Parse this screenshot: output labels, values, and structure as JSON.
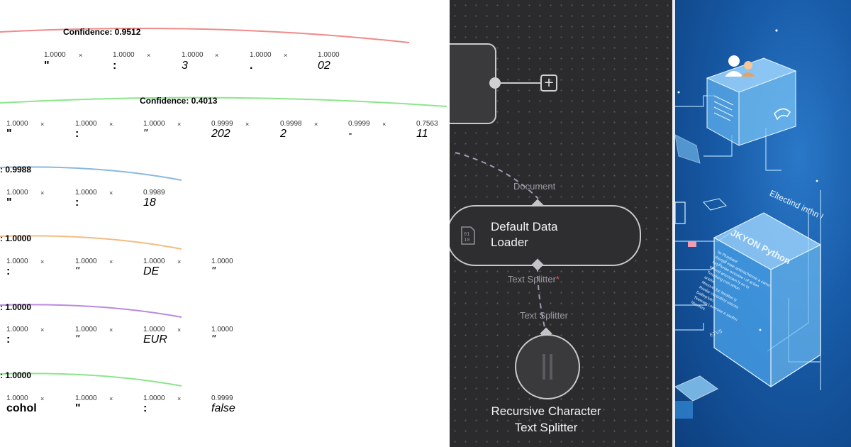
{
  "left": {
    "rows": [
      {
        "confidence": "Confidence: 0.9512",
        "curve_color": "#f08a8a",
        "probs": [
          "1.0000",
          "1.0000",
          "1.0000",
          "1.0000",
          "1.0000"
        ],
        "times": [
          "×",
          "×",
          "×",
          "×"
        ],
        "tokens": [
          "\"",
          ":",
          "3",
          ".",
          "02"
        ]
      },
      {
        "confidence": "Confidence: 0.4013",
        "curve_color": "#8be68b",
        "probs": [
          "1.0000",
          "1.0000",
          "1.0000",
          "0.9999",
          "0.9998",
          "0.9999",
          "0.7563"
        ],
        "times": [
          "×",
          "×",
          "×",
          "×",
          "×",
          "×"
        ],
        "tokens": [
          "\"",
          ":",
          "\"",
          "202",
          "2",
          "-",
          "11"
        ]
      },
      {
        "confidence": ": 0.9988",
        "curve_color": "#8ab8e0",
        "probs": [
          "1.0000",
          "1.0000",
          "0.9989"
        ],
        "times": [
          "×",
          "×"
        ],
        "tokens": [
          "\"",
          ":",
          "18"
        ]
      },
      {
        "confidence": ": 1.0000",
        "curve_color": "#f2bc82",
        "probs": [
          "1.0000",
          "1.0000",
          "1.0000",
          "1.0000"
        ],
        "times": [
          "×",
          "×",
          "×"
        ],
        "tokens": [
          ":",
          "\"",
          "DE",
          "\""
        ]
      },
      {
        "confidence": ": 1.0000",
        "curve_color": "#b98ae0",
        "probs": [
          "1.0000",
          "1.0000",
          "1.0000",
          "1.0000"
        ],
        "times": [
          "×",
          "×",
          "×"
        ],
        "tokens": [
          ":",
          "\"",
          "EUR",
          "\""
        ]
      },
      {
        "confidence": ": 1.0000",
        "curve_color": "#8be68b",
        "probs": [
          "1.0000",
          "1.0000",
          "1.0000",
          "0.9999"
        ],
        "times": [
          "×",
          "×",
          "×"
        ],
        "tokens": [
          "cohol",
          "\"",
          ":",
          "false"
        ]
      }
    ]
  },
  "middle": {
    "plus_label": "+",
    "document_label": "Document",
    "loader_title_line1": "Default Data",
    "loader_title_line2": "Loader",
    "loader_icon": "binary-file-icon",
    "text_splitter_out_label": "Text Splitter",
    "required_marker": "*",
    "text_splitter_in_label": "Text Splitter",
    "splitter_title_line1": "Recursive Character",
    "splitter_title_line2": "Text Splitter",
    "splitter_icon": "pause-bars-icon",
    "colors": {
      "canvas": "#2b2b2d",
      "border": "#c9c9cc",
      "required": "#e05555"
    }
  },
  "right": {
    "cube_title": "JKYON Python",
    "floating_label": "Eltectind inthn !",
    "badge_text": "ETVS",
    "lines": [
      "Iw Plumbanl:",
      "thsctsd maie anterachtiome a came:",
      "Ind Fluriae wccusse i of action",
      "Mucnd anccsoam ly on to",
      "Troudiong cxm anton",
      "anelse",
      "Mnceve: luc locatlon iy",
      "Rowlar cecenitiny useces",
      "Dalilop'loln:",
      "Tkeenag Lonnrsee e sacilnn",
      "hbunters"
    ],
    "colors": {
      "bg_light": "#2a78c8",
      "bg_dark": "#0d3f7e",
      "glow": "#bfe6ff"
    }
  }
}
